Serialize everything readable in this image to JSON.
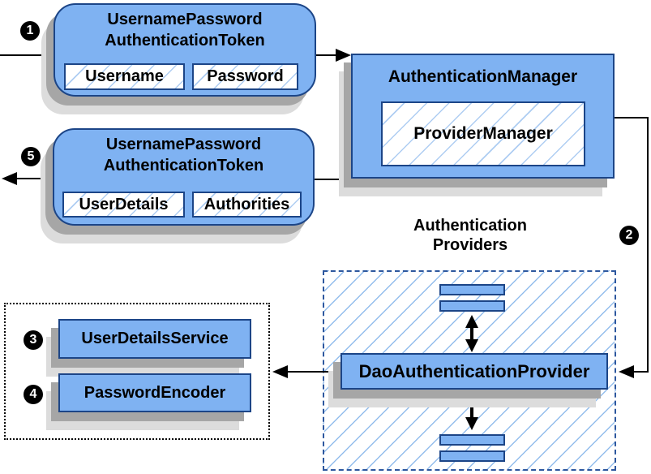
{
  "request_token": {
    "step": "1",
    "title_line1": "UsernamePassword",
    "title_line2": "AuthenticationToken",
    "fields": [
      "Username",
      "Password"
    ]
  },
  "authentication_manager": {
    "title": "AuthenticationManager",
    "inner_label": "ProviderManager"
  },
  "result_token": {
    "step": "5",
    "title_line1": "UsernamePassword",
    "title_line2": "AuthenticationToken",
    "fields": [
      "UserDetails",
      "Authorities"
    ]
  },
  "providers": {
    "step": "2",
    "title_line1": "Authentication",
    "title_line2": "Providers",
    "main_provider": "DaoAuthenticationProvider"
  },
  "collaborators": {
    "user_details_service": {
      "step": "3",
      "label": "UserDetailsService"
    },
    "password_encoder": {
      "step": "4",
      "label": "PasswordEncoder"
    }
  },
  "colors": {
    "box_fill": "#7fb2f2",
    "box_border": "#1c4587",
    "hatch_line": "#9cc4ee",
    "dashed_border": "#2d579e",
    "dotted_border": "#000000",
    "shadow_dark": "#a6a6a6",
    "shadow_light": "#dcdcdc",
    "connector": "#000000",
    "badge_bg": "#000000",
    "badge_text": "#ffffff"
  }
}
